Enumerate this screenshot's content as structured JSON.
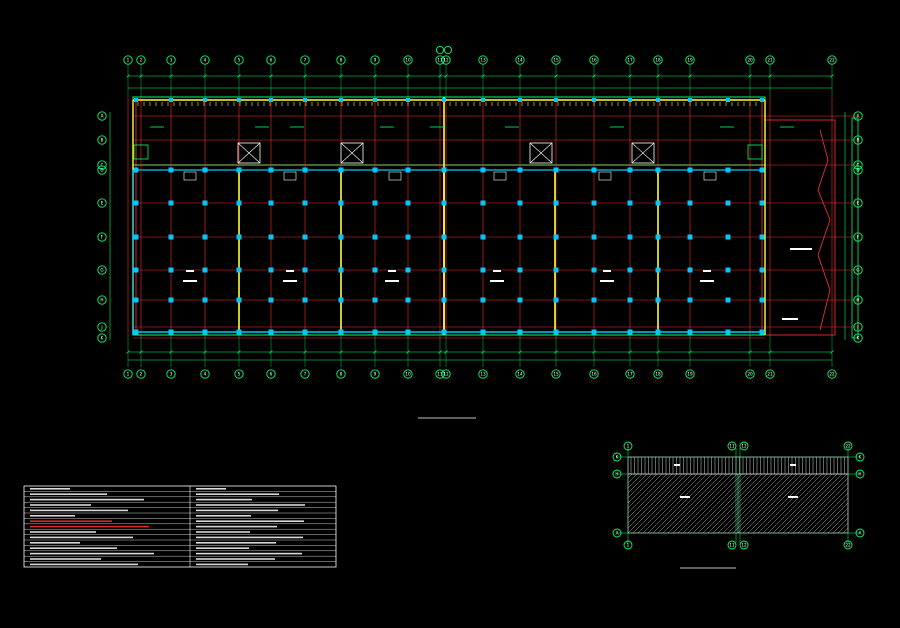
{
  "drawing": {
    "background": "#000000",
    "colors": {
      "axis": "#00ff66",
      "grid": "#ff2a2a",
      "column": "#00c8ff",
      "primary_beam": "#ffff33",
      "secondary": "#ff3333",
      "text": "#ffffff",
      "hatch": "#cfcfcf",
      "table": "#ffffff"
    },
    "icons": [
      "axis-bubble-icon",
      "stair-opening-icon",
      "level-marker-icon"
    ]
  },
  "main_plan": {
    "top_axis_labels": [
      "1",
      "2",
      "3",
      "4",
      "5",
      "6",
      "7",
      "8",
      "9",
      "10",
      "11",
      "12",
      "13",
      "14",
      "15",
      "16",
      "17",
      "18",
      "19",
      "20",
      "21",
      "22"
    ],
    "bottom_axis_labels": [
      "1",
      "2",
      "3",
      "4",
      "5",
      "6",
      "7",
      "8",
      "9",
      "10",
      "11",
      "12",
      "13",
      "14",
      "15",
      "16",
      "17",
      "18",
      "19",
      "20",
      "21",
      "22"
    ],
    "left_axis_labels": [
      "A",
      "B",
      "C",
      "D",
      "E",
      "F",
      "G",
      "H",
      "J",
      "K"
    ],
    "right_axis_labels": [
      "A",
      "B",
      "C",
      "D",
      "E",
      "F",
      "G",
      "H",
      "J",
      "K"
    ],
    "bay_notes": [
      "",
      "",
      "",
      "",
      "",
      ""
    ],
    "title": "",
    "subtitle": ""
  },
  "key_plan": {
    "top_axis_labels": [
      "1",
      "11",
      "12",
      "22"
    ],
    "bottom_axis_labels": [
      "1",
      "11",
      "12",
      "22"
    ],
    "left_axis_labels": [
      "K",
      "H",
      "A"
    ],
    "right_axis_labels": [
      "K",
      "H",
      "A"
    ],
    "title": ""
  },
  "notes_table": {
    "rows": [
      {
        "left": "",
        "right": ""
      },
      {
        "left": "",
        "right": ""
      },
      {
        "left": "",
        "right": ""
      },
      {
        "left": "",
        "right": ""
      },
      {
        "left": "",
        "right": ""
      },
      {
        "left": "",
        "right": ""
      },
      {
        "left": "",
        "right": ""
      },
      {
        "left": "",
        "right": ""
      },
      {
        "left": "",
        "right": ""
      },
      {
        "left": "",
        "right": ""
      },
      {
        "left": "",
        "right": ""
      },
      {
        "left": "",
        "right": ""
      },
      {
        "left": "",
        "right": ""
      },
      {
        "left": "",
        "right": ""
      },
      {
        "left": "",
        "right": ""
      }
    ]
  }
}
